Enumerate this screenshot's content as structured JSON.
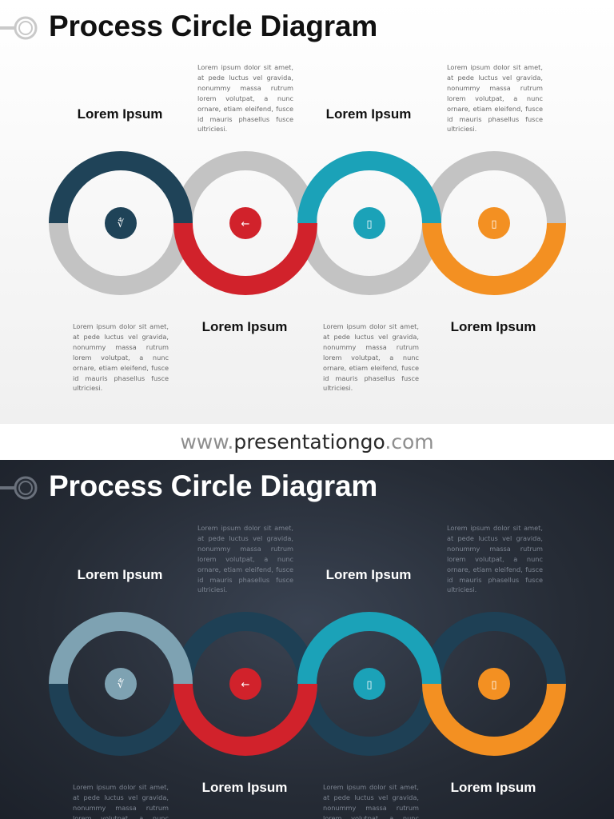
{
  "slide_title": "Process Circle Diagram",
  "steps": [
    {
      "heading": "Lorem Ipsum",
      "icon": "pen-nib-icon",
      "glyph": "∜"
    },
    {
      "heading": "Lorem Ipsum",
      "icon": "arrow-left-icon",
      "glyph": "←"
    },
    {
      "heading": "Lorem Ipsum",
      "icon": "door-icon",
      "glyph": "▯"
    },
    {
      "heading": "Lorem Ipsum",
      "icon": "door-icon",
      "glyph": "▯"
    }
  ],
  "body_text": "Lorem ipsum dolor sit amet, at pede luctus vel gravida, nonummy massa rutrum lorem volutpat, a nunc ornare, etiam eleifend, fusce id mauris phasellus fusce ultriciesi.",
  "footer": {
    "url_prefix": "www.",
    "url_domain": "presentationgo",
    "url_suffix": ".com"
  },
  "colors": {
    "light": {
      "c1": "#1f4358",
      "c2": "#d1222b",
      "c3": "#1ba2b8",
      "c4": "#f39022",
      "ring_grey": "#c3c3c3"
    },
    "dark": {
      "c1": "#7ea2b2",
      "c2": "#d1222b",
      "c3": "#1ba2b8",
      "c4": "#f39022",
      "ring_dark": "#1e4055"
    }
  }
}
